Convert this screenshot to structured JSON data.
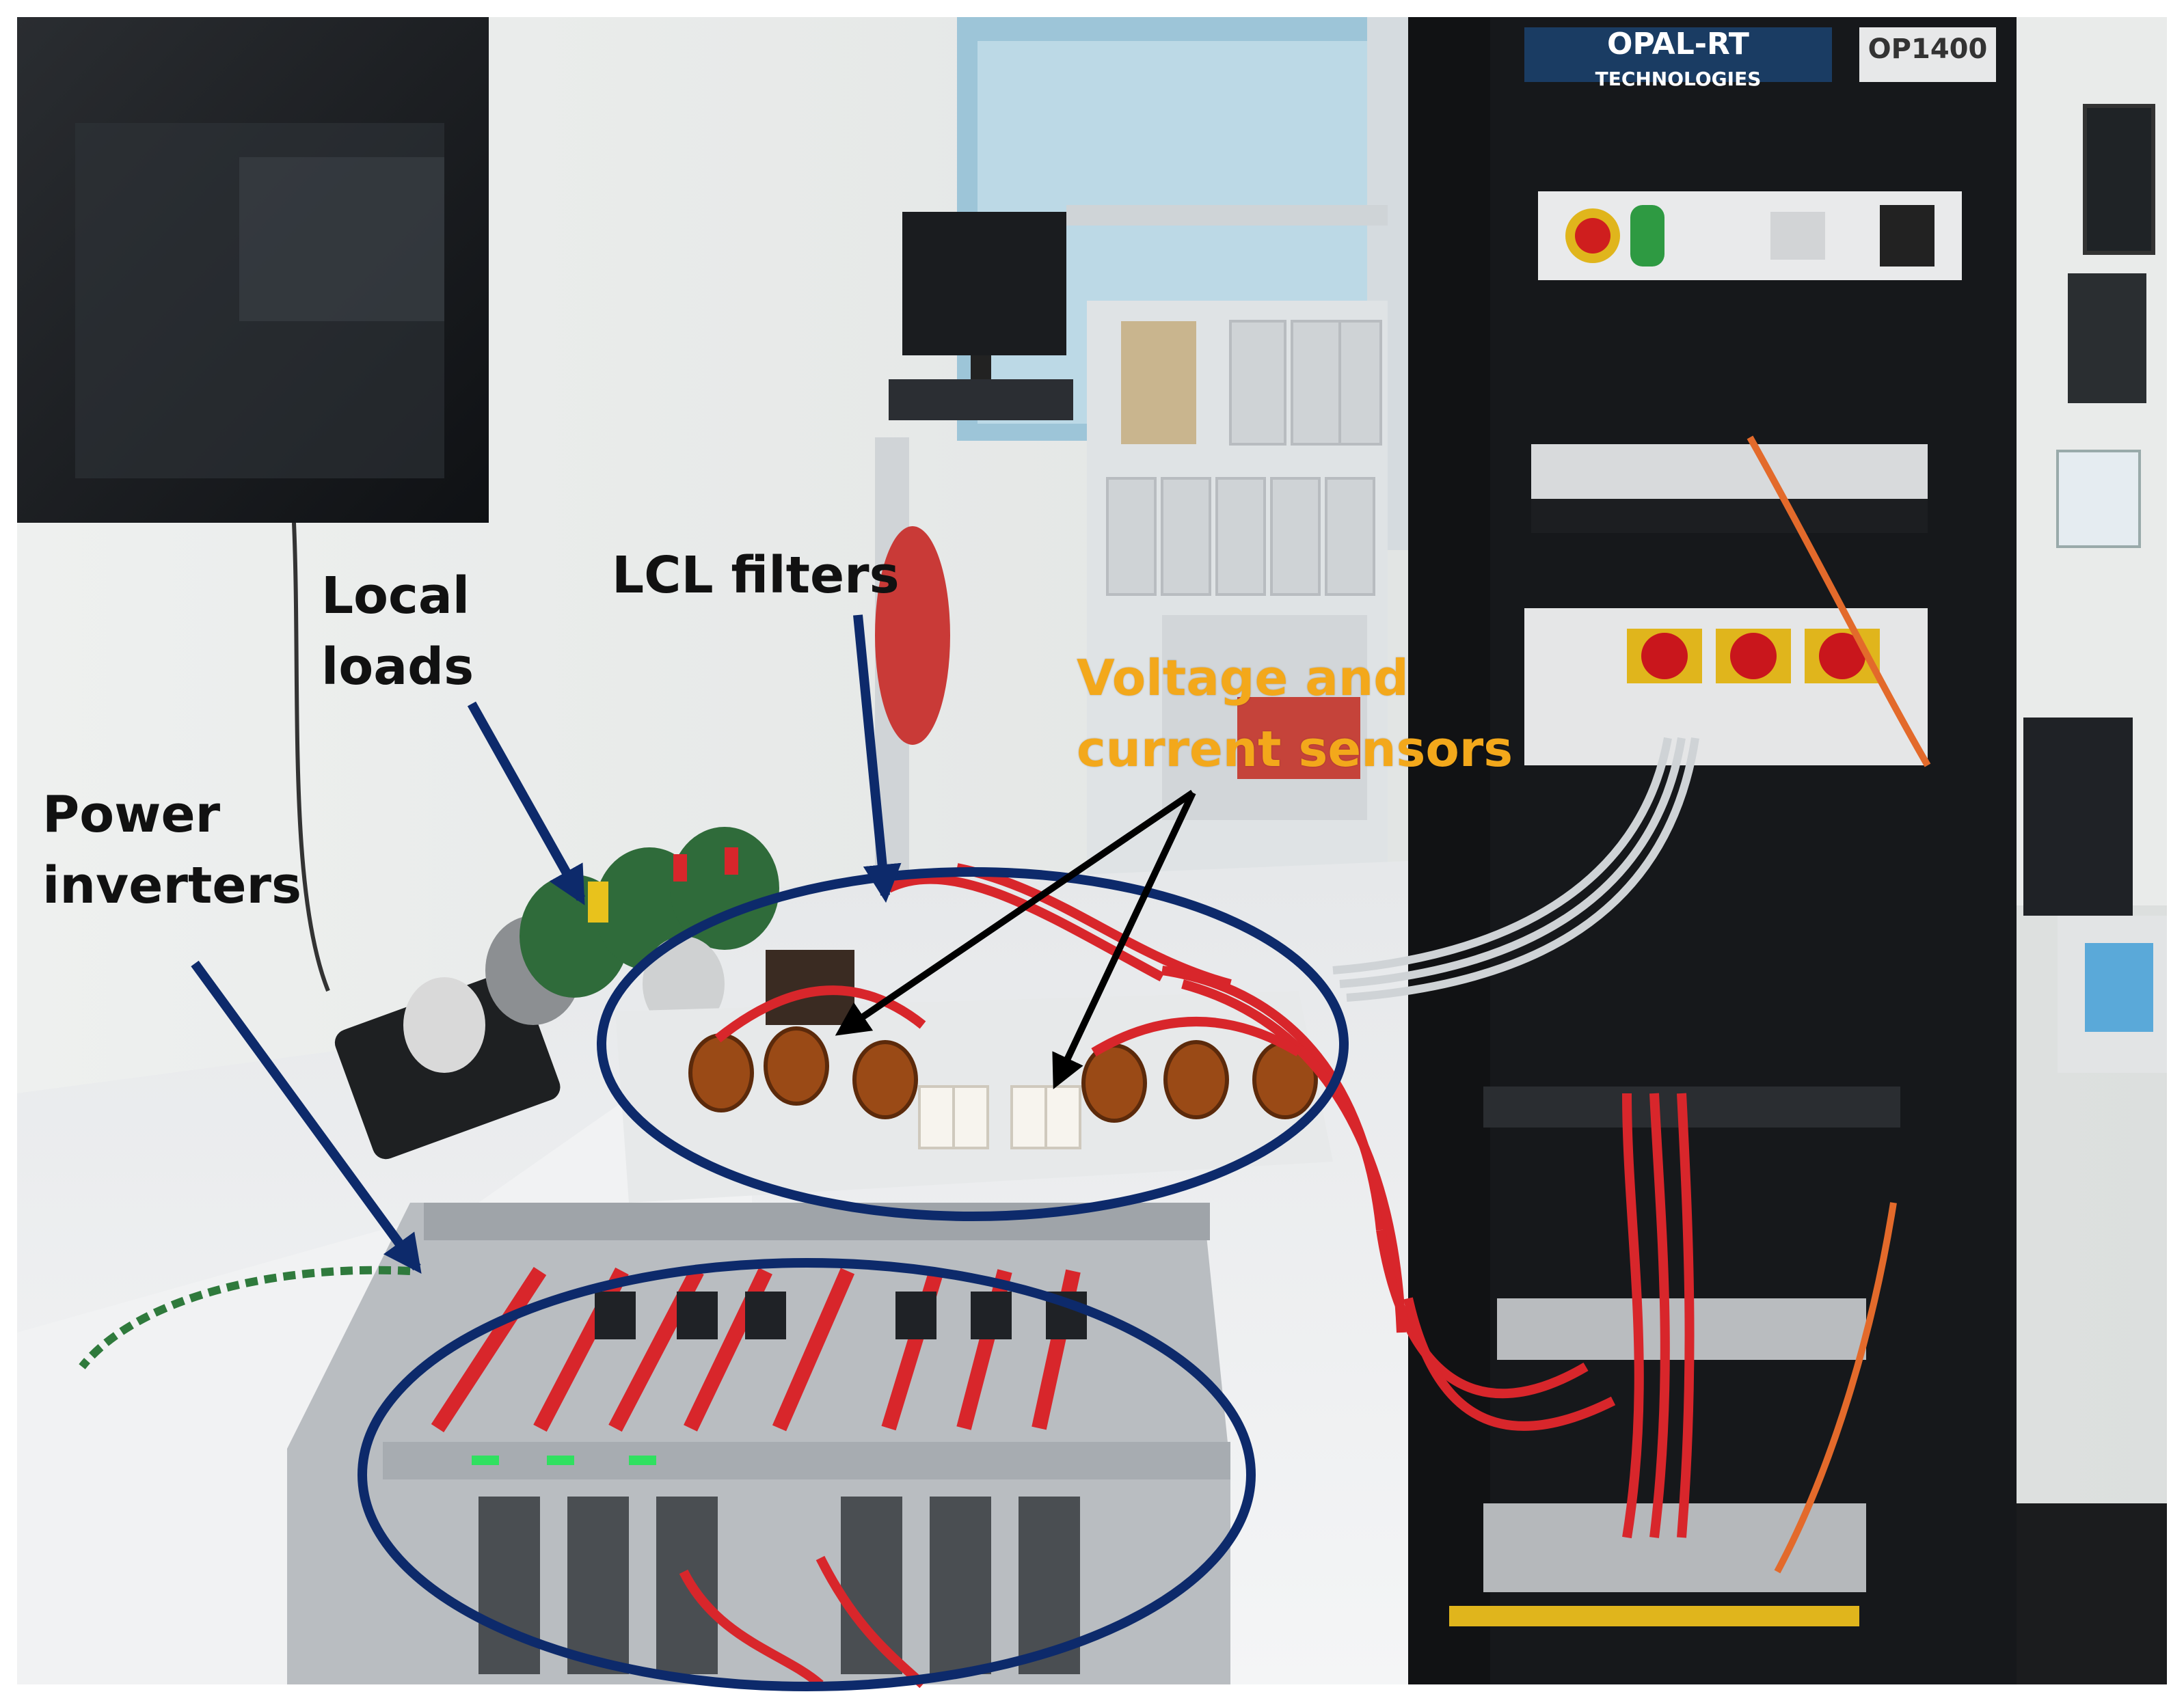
{
  "labels": {
    "local_loads": "Local\nloads",
    "lcl_filters": "LCL filters",
    "power_inverters": "Power\ninverters",
    "sensors": "Voltage and\ncurrent sensors"
  },
  "rack": {
    "brand_line1": "OPAL-RT",
    "brand_line2": "TECHNOLOGIES",
    "model": "OP1400"
  },
  "colors": {
    "annotation_arrow": "#0d2a6b",
    "annotation_ellipse": "#0d2a6b",
    "sensor_label": "#f3a81b",
    "sensor_arrow": "#000000",
    "cable_red": "#d8262b",
    "rack_black": "#111214"
  }
}
